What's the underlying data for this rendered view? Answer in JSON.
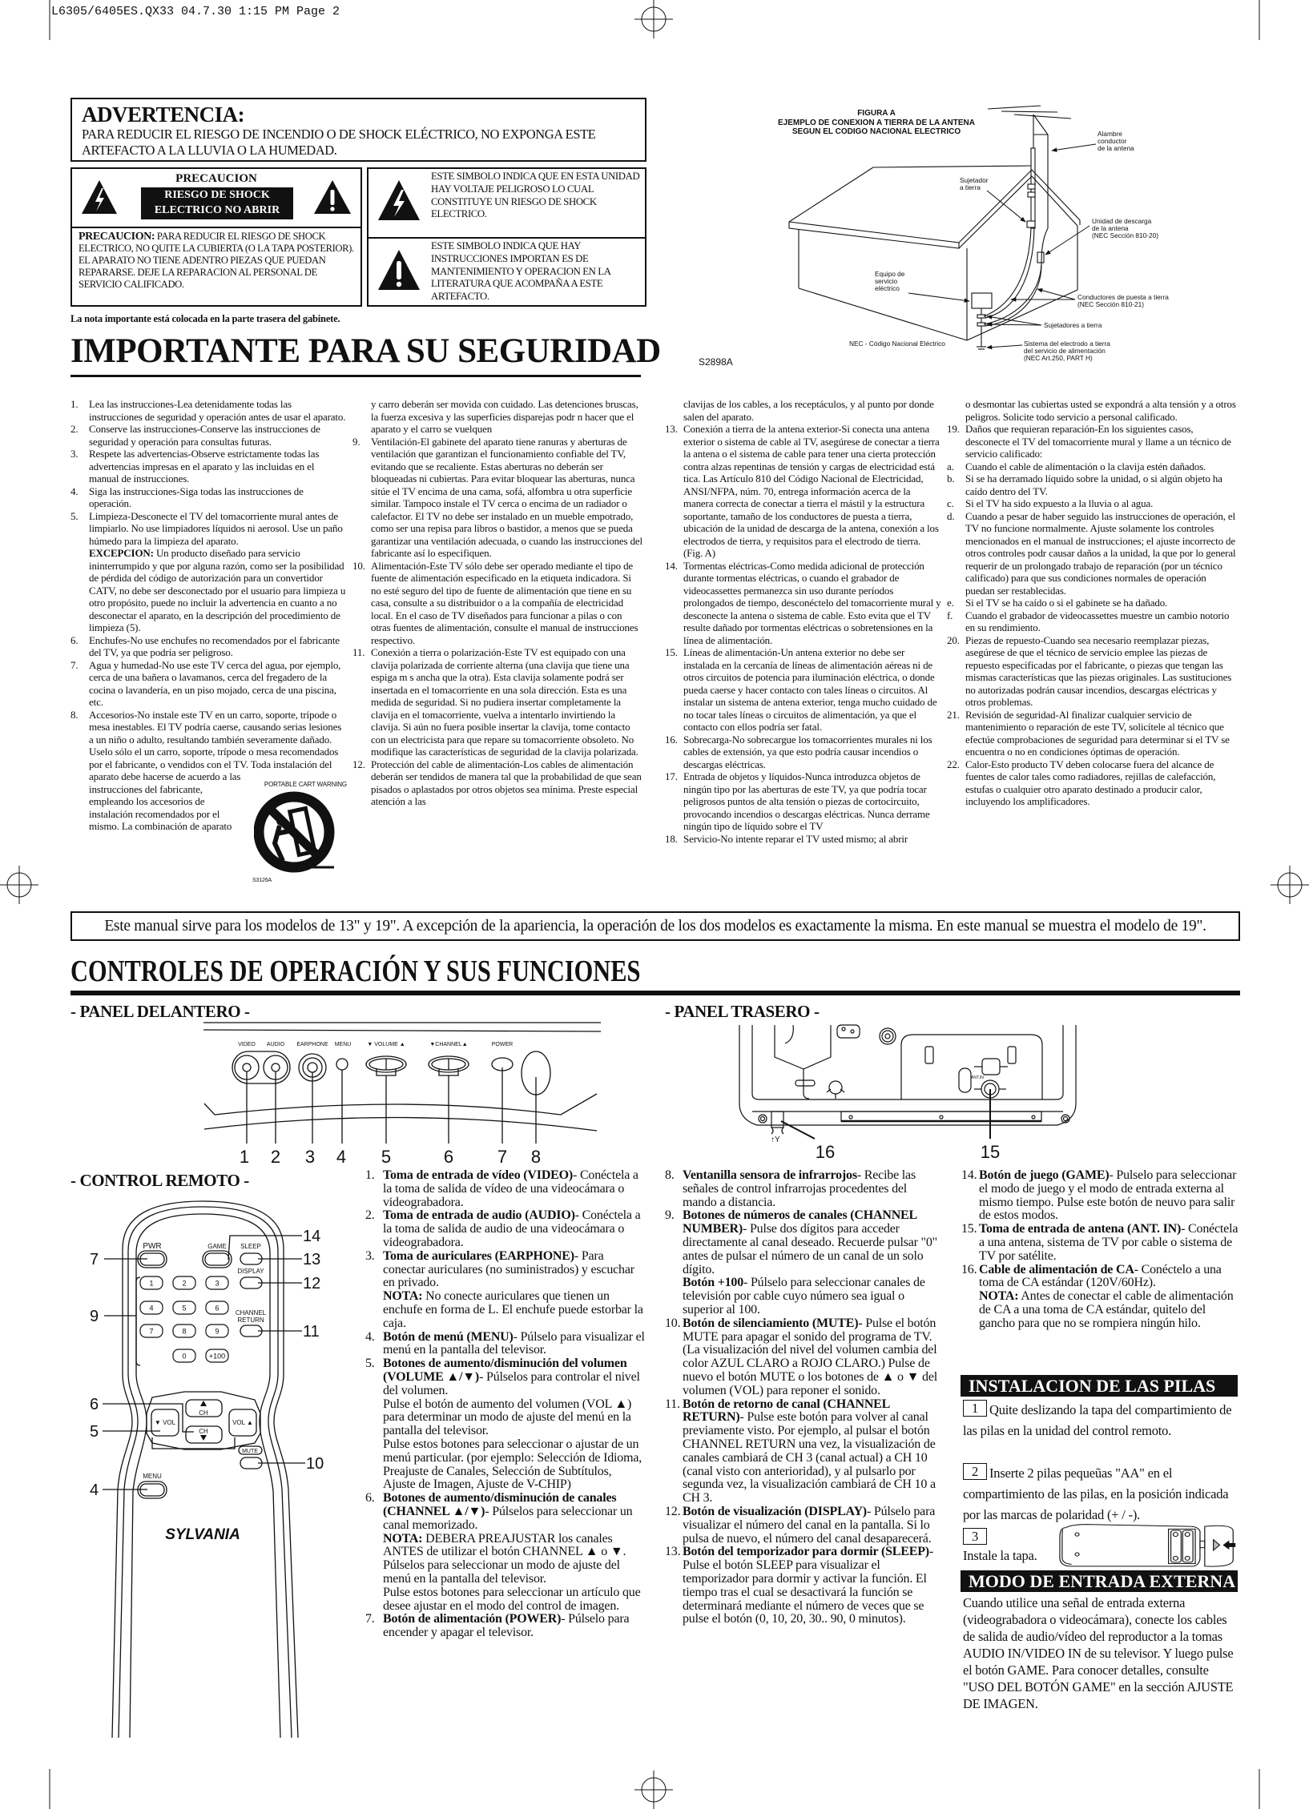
{
  "slug": "L6305/6405ES.QX33  04.7.30  1:15 PM  Page 2",
  "warning": {
    "title": "ADVERTENCIA:",
    "text": "PARA REDUCIR EL RIESGO DE INCENDIO O DE SHOCK ELÉCTRICO, NO EXPONGA ESTE ARTEFACTO A LA LLUVIA O LA HUMEDAD."
  },
  "caution": {
    "title": "PRECAUCION",
    "banner": [
      "RIESGO DE SHOCK",
      "ELECTRICO NO ABRIR"
    ],
    "label": "PRECAUCION:",
    "text": " PARA REDUCIR EL RIESGO DE SHOCK ELECTRICO, NO QUITE LA CUBIERTA (O LA TAPA POSTERIOR). EL APARATO NO TIENE ADENTRO PIEZAS QUE PUEDAN REPARARSE. DEJE LA REPARACION AL PERSONAL DE SERVICIO CALIFICADO."
  },
  "symbols": [
    {
      "icon": "lightning-triangle-icon",
      "text": "ESTE SIMBOLO INDICA QUE EN ESTA UNIDAD HAY VOLTAJE PELIGROSO LO CUAL CONSTITUYE UN RIESGO DE SHOCK ELECTRICO."
    },
    {
      "icon": "exclamation-triangle-icon",
      "text": "ESTE SIMBOLO INDICA QUE HAY INSTRUCCIONES IMPORTAN ES DE MANTENIMIENTO Y OPERACION EN LA LITERATURA QUE ACOMPAÑA A ESTE ARTEFACTO."
    }
  ],
  "cabinet_note": "La nota importante está colocada en la parte trasera del gabinete.",
  "figure_a": {
    "title": "FIGURA A",
    "subtitle": [
      "EJEMPLO DE CONEXION A TIERRA DE LA ANTENA",
      "SEGUN EL CODIGO NACIONAL ELECTRICO"
    ],
    "labels": {
      "wire": [
        "Alambre",
        "conductor",
        "de la antena"
      ],
      "clamp": [
        "Sujetador",
        "a tierra"
      ],
      "discharge": [
        "Unidad de descarga",
        "de la antena",
        "(NEC Sección 810-20)"
      ],
      "service": [
        "Equipo de",
        "servicio",
        "eléctrico"
      ],
      "conductors": [
        "Conductores de puesta a tierra",
        "(NEC Sección 810-21)"
      ],
      "clamps": "Sujetadores a tierra",
      "nec": "NEC - Código Nacional Eléctrico",
      "electrode": [
        "Sistema del electrodo a tierra",
        "del servicio de alimentación",
        "(NEC Art.250, PART H)"
      ]
    },
    "code": "S2898A"
  },
  "safety": {
    "title": "IMPORTANTE PARA SU SEGURIDAD",
    "cart_warning": {
      "label": "PORTABLE CART WARNING",
      "code": "S3126A"
    },
    "columns": [
      [
        {
          "num": "1.",
          "text": "Lea las instrucciones-Lea detenidamente todas las instrucciones de seguridad y operación antes de usar el aparato."
        },
        {
          "num": "2.",
          "text": "Conserve las instrucciones-Conserve las instrucciones de seguridad y operación para consultas futuras."
        },
        {
          "num": "3.",
          "text": "Respete las advertencias-Observe estrictamente todas las advertencias impresas en el aparato y las incluidas en el manual de instrucciones."
        },
        {
          "num": "4.",
          "text": "Siga las instrucciones-Siga todas las instrucciones de operación."
        },
        {
          "num": "5.",
          "text": "Limpieza-Desconecte el TV del tomacorriente mural antes de limpiarlo. No use limpiadores líquidos ni aerosol. Use un paño húmedo para la limpieza del aparato."
        },
        {
          "num": "",
          "bold": "EXCEPCION:",
          "text": " Un producto diseñado para servicio ininterrumpido y que por alguna razón, como ser la posibilidad de pérdida del código de autorización para un convertidor CATV, no debe ser desconectado por el usuario para limpieza u otro propósito, puede no incluir la advertencia en cuanto a no desconectar el aparato, en la descripción del procedimiento de limpieza (5)."
        },
        {
          "num": "6.",
          "text": "Enchufes-No use enchufes no recomendados por el fabricante del TV, ya que podría ser peligroso."
        },
        {
          "num": "7.",
          "text": "Agua y humedad-No use este TV cerca del agua, por ejemplo, cerca de una bañera o lavamanos, cerca del fregadero de la cocina o lavandería, en un piso mojado, cerca de una piscina, etc."
        },
        {
          "num": "8.",
          "text": "Accesorios-No instale este TV en un carro, soporte, trípode o mesa inestables. El TV podría caerse, causando serias lesiones a un niño o adulto, resultando también severamente dañado. Uselo sólo el un carro, soporte, trípode o mesa recomendados por el fabricante, o vendidos con el TV. Toda instalación del aparato debe hacerse de acuerdo a las instrucciones del fabricante, empleando los accesorios de instalación recomendados por el mismo. La combinación de aparato"
        }
      ],
      [
        {
          "num": "",
          "text": "y carro deberán ser movida con cuidado. Las detenciones bruscas, la fuerza excesiva y las superficies disparejas podr n hacer que el aparato y el carro se vuelquen"
        },
        {
          "num": "9.",
          "text": "Ventilación-El gabinete del aparato tiene ranuras y aberturas de ventilación que garantizan el funcionamiento confiable del TV, evitando que se recaliente. Estas aberturas no deberán ser bloqueadas ni cubiertas. Para evitar bloquear las aberturas, nunca sitúe el TV encima de una cama, sofá, alfombra u otra superficie similar. Tampoco instale el TV cerca o encima de un radiador o calefactor. El TV no debe ser instalado en un mueble empotrado, como ser una repisa para libros o bastidor, a menos que se pueda garantizar una ventilación adecuada, o cuando las instrucciones del fabricante así lo especifiquen."
        },
        {
          "num": "10.",
          "text": "Alimentación-Este TV sólo debe ser operado mediante el tipo de fuente de alimentación especificado en la etiqueta indicadora. Si no esté seguro del tipo de fuente de alimentación que tiene en su casa, consulte a su distribuidor o a la compañía de electricidad local. En el caso de TV diseñados para funcionar a pilas o con otras fuentes de alimentación, consulte el manual de instrucciones respectivo."
        },
        {
          "num": "11.",
          "text": "Conexión a tierra o polarización-Este TV est equipado con una clavija polarizada de corriente alterna (una clavija que tiene una espiga m s ancha que la otra). Esta clavija solamente podrá ser insertada en el tomacorriente en una sola dirección. Esta es una medida de seguridad. Si no pudiera insertar completamente la clavija en el tomacorriente, vuelva a intentarlo invirtiendo la clavija. Si aún no fuera posible insertar la clavija, tome contacto con un electricista para que repare su tomacorriente obsoleto. No modifique las características de seguridad de la clavija polarizada."
        },
        {
          "num": "12.",
          "text": "Protección del cable de alimentación-Los cables de alimentación deberán ser tendidos de manera tal que la probabilidad de que sean pisados o aplastados por otros objetos sea mínima. Preste especial atención a las"
        }
      ],
      [
        {
          "num": "",
          "text": "clavijas de los cables, a los receptáculos, y al punto por donde salen del aparato."
        },
        {
          "num": "13.",
          "text": "Conexión a tierra de la antena exterior-Si conecta una antena exterior o sistema de cable al TV, asegúrese de conectar a tierra la antena o el sistema de cable para tener una cierta protección contra alzas repentinas de tensión y cargas de electricidad está tica. Las Artículo 810 del Código Nacional de Electricidad, ANSI/NFPA, núm. 70, entrega información acerca de la manera correcta de conectar a tierra el mástil y la estructura soportante, tamaño de los conductores de puesta a tierra, ubicación de la unidad de descarga de la antena, conexión a los electrodos de tierra, y requisitos para el electrodo de tierra. (Fig. A)"
        },
        {
          "num": "14.",
          "text": "Tormentas eléctricas-Como medida adicional de protección durante tormentas eléctricas, o cuando el grabador de videocassettes permanezca sin uso durante períodos prolongados de tiempo, desconéctelo del tomacorriente mural y desconecte la antena o sistema de cable. Esto evita que el TV resulte dañado por tormentas eléctricas o sobretensiones en la línea de alimentación."
        },
        {
          "num": "15.",
          "text": "Líneas de alimentación-Un antena exterior no debe ser instalada en la cercanía de líneas de alimentación aéreas ni de otros circuitos de potencia para iluminación eléctrica, o donde pueda caerse y hacer contacto con tales líneas o circuitos. Al instalar un sistema de antena exterior, tenga mucho cuidado de no tocar tales líneas o circuitos de alimentación, ya que el contacto con ellos podría ser fatal."
        },
        {
          "num": "16.",
          "text": "Sobrecarga-No sobrecargue los tomacorrientes murales ni los cables de extensión, ya que esto podría causar incendios o descargas eléctricas."
        },
        {
          "num": "17.",
          "text": "Entrada de objetos y líquidos-Nunca introduzca objetos de ningún tipo por las aberturas de este TV, ya que podría tocar peligrosos puntos de alta tensión o piezas de cortocircuito, provocando incendios o descargas eléctricas. Nunca derrame ningún tipo de líquido sobre el TV"
        },
        {
          "num": "18.",
          "text": "Servicio-No intente reparar el TV usted mismo; al abrir"
        }
      ],
      [
        {
          "num": "",
          "text": "o desmontar las cubiertas usted se expondrá a alta tensión y a otros peligros. Solicite todo servicio a personal calificado."
        },
        {
          "num": "19.",
          "text": "Daños que requieran reparación-En los siguientes casos, desconecte el TV del tomacorriente mural y llame a un técnico de servicio calificado:"
        },
        {
          "num": "a.",
          "text": "Cuando el cable de alimentación o la clavija estén dañados."
        },
        {
          "num": "b.",
          "text": "Si se ha derramado líquido sobre la unidad, o si algún objeto ha caído dentro del TV."
        },
        {
          "num": "c.",
          "text": "Si el TV ha sido expuesto a la lluvia o al agua."
        },
        {
          "num": "d.",
          "text": "Cuando a pesar de haber seguido las instrucciones de operación, el TV no funcione normalmente. Ajuste solamente los controles mencionados en el manual de instrucciones; el ajuste incorrecto de otros controles podr  causar daños a la unidad, la que por lo general requerir  de un prolongado trabajo de reparación (por un técnico calificado) para que sus condiciones normales de operación puedan ser restablecidas."
        },
        {
          "num": "e.",
          "text": "Si el TV se ha caído o si el gabinete se ha dañado."
        },
        {
          "num": "f.",
          "text": "Cuando el grabador de videocassettes muestre un cambio notorio en su rendimiento."
        },
        {
          "num": "20.",
          "text": "Piezas de repuesto-Cuando sea necesario reemplazar piezas, asegúrese de que el técnico de servicio emplee las piezas de repuesto especificadas por el fabricante, o piezas que tengan las mismas características que las piezas originales. Las sustituciones no autorizadas podrán causar incendios, descargas eléctricas y otros problemas."
        },
        {
          "num": "21.",
          "text": "Revisión de seguridad-Al finalizar cualquier servicio de mantenimiento o reparación de este TV, solicítele al técnico que efectúe comprobaciones de seguridad para determinar si el TV se encuentra o no en condiciones óptimas de operación."
        },
        {
          "num": "22.",
          "text": "Calor-Esto producto TV deben colocarse fuera del alcance de fuentes de calor tales como radiadores, rejillas de calefacción, estufas o cualquier otro aparato destinado a producir calor, incluyendo los amplificadores."
        }
      ]
    ]
  },
  "model_note": "Este manual sirve para los modelos de 13\" y 19\". A excepción de la apariencia, la operación de los dos modelos es exactamente la misma. En este manual se muestra el modelo de 19\".",
  "controls": {
    "title": "CONTROLES DE OPERACIÓN Y SUS FUNCIONES",
    "front_label": "- PANEL DELANTERO -",
    "rear_label": "- PANEL TRASERO -",
    "remote_label": "- CONTROL REMOTO -",
    "front_panel": {
      "labels": [
        "VIDEO",
        "AUDIO",
        "EARPHONE",
        "MENU",
        "▼ VOLUME ▲",
        "▼CHANNEL▲",
        "POWER"
      ],
      "callouts": [
        "1",
        "2",
        "3",
        "4",
        "5",
        "6",
        "7",
        "8"
      ]
    },
    "rear_panel": {
      "ant_label": "ANT.IN",
      "cord_symbol": "↑Y",
      "callouts": [
        "16",
        "15"
      ]
    },
    "remote": {
      "pwr": "PWR",
      "game": "GAME",
      "sleep": "SLEEP",
      "display": "DISPLAY",
      "channel_return": [
        "CHANNEL",
        "RETURN"
      ],
      "keys": [
        "1",
        "2",
        "3",
        "4",
        "5",
        "6",
        "7",
        "8",
        "9",
        "0",
        "+100"
      ],
      "ch": "CH",
      "vol_down": "▼ VOL",
      "vol_up": "VOL ▲",
      "mute": "MUTE",
      "menu": "MENU",
      "brand": "SYLVANIA",
      "callouts": {
        "c14": "14",
        "c13": "13",
        "c12": "12",
        "c11": "11",
        "c10": "10",
        "c7": "7",
        "c9": "9",
        "c6": "6",
        "c5": "5",
        "c4": "4"
      }
    },
    "columns": [
      [
        {
          "num": "1.",
          "title": "Toma de entrada de vídeo (VIDEO)",
          "text": "- Conéctela a la toma de salida de vídeo de una videocámara o videograbadora."
        },
        {
          "num": "2.",
          "title": "Toma de entrada de audio (AUDIO)",
          "text": "- Conéctela a la toma de salida de audio de una videocámara o videograbadora."
        },
        {
          "num": "3.",
          "title": "Toma de auriculares (EARPHONE)",
          "text": "- Para conectar auriculares (no suministrados) y escuchar en privado.",
          "extra": [
            {
              "bold": "NOTA:",
              "text": " No conecte auriculares que tienen un enchufe en forma de L. El enchufe puede estorbar la caja."
            }
          ]
        },
        {
          "num": "4.",
          "title": "Botón de menú (MENU)",
          "text": "- Púlselo para visualizar el menú en la pantalla del televisor."
        },
        {
          "num": "5.",
          "title": "Botones de aumento/disminución del volumen (VOLUME ▲/▼)",
          "text": "- Púlselos para controlar el nivel del volumen.",
          "extra": [
            {
              "text": "Pulse el botón de aumento del volumen (VOL ▲) para determinar un modo de ajuste del menú en la pantalla del televisor."
            },
            {
              "text": "Pulse estos botones para seleccionar o ajustar de un menú particular. (por ejemplo: Selección de Idioma, Preajuste de Canales, Selección de Subtítulos, Ajuste de Imagen, Ajuste de V-CHIP)"
            }
          ]
        },
        {
          "num": "6.",
          "title": "Botones de aumento/disminución de canales (CHANNEL ▲/▼)",
          "text": "- Púlselos para seleccionar un canal memorizado.",
          "extra": [
            {
              "bold": "NOTA:",
              "text": " DEBERA PREAJUSTAR los canales ANTES de utilizar el botón CHANNEL ▲ o ▼."
            },
            {
              "text": "Púlselos para seleccionar un modo de ajuste del menú en la pantalla del televisor."
            },
            {
              "text": "Pulse estos botones para seleccionar un artículo que desee ajustar en el modo del control de imagen."
            }
          ]
        },
        {
          "num": "7.",
          "title": "Botón de alimentación (POWER)",
          "text": "- Púlselo para encender y apagar el televisor."
        }
      ],
      [
        {
          "num": "8.",
          "title": "Ventanilla sensora de infrarrojos",
          "text": "- Recibe las señales de control infrarrojas procedentes del mando a distancia."
        },
        {
          "num": "9.",
          "title": "Botones de números de canales (CHANNEL NUMBER)",
          "text": "- Pulse dos dígitos para acceder directamente al canal deseado. Recuerde pulsar \"0\" antes de pulsar el número de un canal de un solo dígito.",
          "extra": [
            {
              "bold": "Botón +100",
              "text": "- Púlselo para seleccionar canales de televisión por cable cuyo número sea igual o superior al 100."
            }
          ]
        },
        {
          "num": "10.",
          "title": "Botón de silenciamiento (MUTE)",
          "text": "- Pulse el botón MUTE para apagar el sonido del programa de TV. (La visualización del nivel del volumen cambia del color AZUL CLARO a ROJO CLARO.) Pulse de nuevo el botón MUTE o los botones de ▲ o ▼ del volumen (VOL) para reponer el sonido."
        },
        {
          "num": "11.",
          "title": "Botón de retorno de canal (CHANNEL RETURN)",
          "text": "- Pulse este botón para volver al canal previamente visto. Por ejemplo, al pulsar el botón CHANNEL RETURN una vez, la visualización de canales cambiará de CH 3 (canal actual) a CH 10 (canal visto con anterioridad), y al pulsarlo por segunda vez, la visualización cambiará de CH 10 a CH 3."
        },
        {
          "num": "12.",
          "title": "Botón de visualización (DISPLAY)",
          "text": "- Púlselo para visualizar el número del canal en la pantalla. Si lo pulsa de nuevo, el número del canal desaparecerá."
        },
        {
          "num": "13.",
          "title": "Botón del temporizador para dormir (SLEEP)",
          "text": "- Pulse el botón SLEEP para visualizar el temporizador para dormir y activar la función. El tiempo tras el cual se desactivará la función se determinará mediante el número de veces que se pulse el botón (0, 10, 20, 30.. 90, 0 minutos)."
        }
      ],
      [
        {
          "num": "14.",
          "title": "Botón de juego (GAME)",
          "text": "- Pulselo para seleccionar el modo de juego y el modo de entrada externa al mismo tiempo. Pulse este botón de neuvo para salir de estos modos."
        },
        {
          "num": "15.",
          "title": "Toma de entrada de antena (ANT. IN)",
          "text": "- Conéctela a una antena, sistema de TV por cable o sistema de TV por satélite."
        },
        {
          "num": "16.",
          "title": "Cable de alimentación de CA",
          "text": "- Conéctelo a una toma de CA estándar (120V/60Hz).",
          "extra": [
            {
              "bold": "NOTA:",
              "text": " Antes de conectar el cable de alimentación de CA a una toma de CA estándar, quitelo del gancho para que no se rompiera ningún hilo."
            }
          ]
        }
      ]
    ]
  },
  "batteries": {
    "title": "INSTALACION DE LAS PILAS",
    "steps": [
      {
        "num": "1",
        "text": "Quite deslizando la tapa del compartimiento de las pilas en la unidad del control remoto."
      },
      {
        "num": "2",
        "text": "Inserte 2  pilas pequeũas \"AA\" en el compartimiento de las pilas, en la posición indicada por las marcas de polaridad (+ / -)."
      },
      {
        "num": "3",
        "text": "Instale la tapa."
      }
    ]
  },
  "external": {
    "title": "MODO DE ENTRADA EXTERNA",
    "text": "Cuando utilice una señal de entrada externa (videograbadora o videocámara), conecte los cables de salida de audio/vídeo del reproductor a la tomas AUDIO IN/VIDEO IN de su televisor. Y luego pulse el botón GAME. Para conocer detalles, consulte \"USO DEL BOTÓN GAME\" en la sección AJUSTE DE IMAGEN."
  }
}
